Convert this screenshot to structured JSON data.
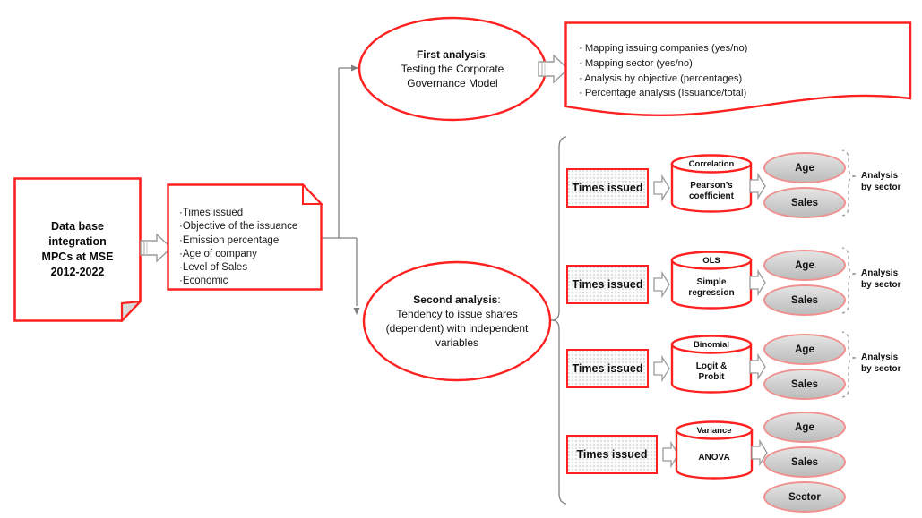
{
  "diagram": {
    "source_document": {
      "lines": "Data base integration MPCs at MSE 2012-2022",
      "line1": "Data base",
      "line2": "integration",
      "line3": "MPCs at MSE",
      "line4": "2012-2022"
    },
    "variables_box": {
      "items": [
        "·Times issued",
        "·Objective of the issuance",
        "·Emission percentage",
        "·Age of company",
        "·Level of Sales",
        "·Economic"
      ]
    },
    "first_analysis": {
      "title": "First analysis",
      "title_suffix": ":",
      "line2": "Testing the Corporate",
      "line3": "Governance Model"
    },
    "first_analysis_outputs": {
      "items": [
        "· Mapping issuing companies (yes/no)",
        "· Mapping sector (yes/no)",
        "· Analysis by objective (percentages)",
        "· Percentage analysis (Issuance/total)"
      ]
    },
    "second_analysis": {
      "title": "Second analysis",
      "title_suffix": ":",
      "line2": "Tendency to issue shares",
      "line3": "(dependent) with independent",
      "line4": "variables"
    },
    "rows": [
      {
        "input_label": "Times issued",
        "method_top": "Correlation",
        "method_body_line1": "Pearson’s",
        "method_body_line2": "coefficient",
        "outputs": [
          "Age",
          "Sales"
        ],
        "bracket_label_line1": "Analysis",
        "bracket_label_line2": "by sector",
        "has_bracket": true
      },
      {
        "input_label": "Times issued",
        "method_top": "OLS",
        "method_body_line1": "Simple",
        "method_body_line2": "regression",
        "outputs": [
          "Age",
          "Sales"
        ],
        "bracket_label_line1": "Analysis",
        "bracket_label_line2": "by sector",
        "has_bracket": true
      },
      {
        "input_label": "Times issued",
        "method_top": "Binomial",
        "method_body_line1": "Logit &",
        "method_body_line2": "Probit",
        "outputs": [
          "Age",
          "Sales"
        ],
        "bracket_label_line1": "Analysis",
        "bracket_label_line2": "by sector",
        "has_bracket": true
      },
      {
        "input_label": "Times issued",
        "method_top": "Variance",
        "method_body_line1": "ANOVA",
        "method_body_line2": "",
        "outputs": [
          "Age",
          "Sales",
          "Sector"
        ],
        "bracket_label_line1": "",
        "bracket_label_line2": "",
        "has_bracket": false
      }
    ],
    "colors": {
      "red_outline": "#ff2020",
      "connector_gray": "#808080",
      "pill_fill": "#d2d2d2",
      "pill_border": "#f0908f",
      "arrow_stroke": "#9a9a9a",
      "arrow_fill": "#ffffff",
      "text": "#111111"
    }
  }
}
